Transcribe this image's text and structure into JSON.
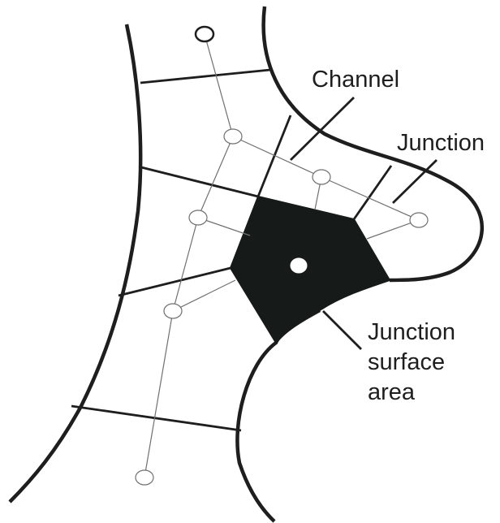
{
  "labels": {
    "channel": "Channel",
    "junction": "Junction",
    "surface_line1": "Junction",
    "surface_line2": "surface",
    "surface_line3": "area"
  },
  "colors": {
    "ink": "#1e1e1e",
    "fill": "#161a18",
    "node_stroke": "#707070",
    "background": "#ffffff"
  }
}
